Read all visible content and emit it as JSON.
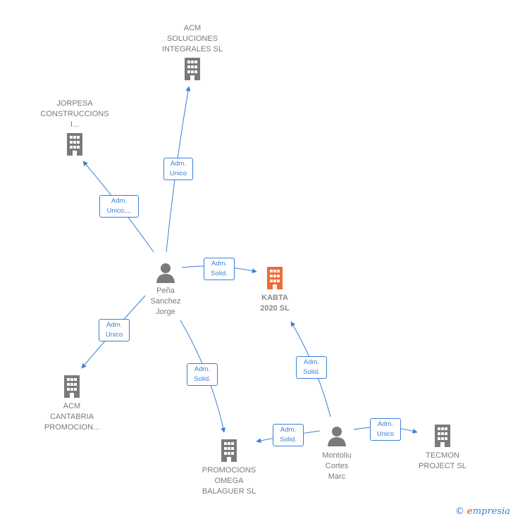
{
  "colors": {
    "edge": "#3a7fd6",
    "company": "#7a7a7a",
    "focus": "#f06a35",
    "person": "#7a7a7a"
  },
  "nodes": {
    "acm_soluciones": {
      "label": "ACM\nSOLUCIONES\nINTEGRALES SL",
      "icon": "building-icon"
    },
    "jorpesa": {
      "label": "JORPESA\nCONSTRUCCIONS\nI...",
      "icon": "building-icon"
    },
    "pena_sanchez": {
      "label": "Peña\nSanchez\nJorge",
      "icon": "person-icon"
    },
    "kabta": {
      "label": "KABTA\n2020 SL",
      "icon": "building-icon"
    },
    "acm_cantabria": {
      "label": "ACM\nCANTABRIA\nPROMOCION...",
      "icon": "building-icon"
    },
    "promocions_omega": {
      "label": "PROMOCIONS\nOMEGA\nBALAGUER SL",
      "icon": "building-icon"
    },
    "montoliu": {
      "label": "Montoliu\nCortes\nMarc",
      "icon": "person-icon"
    },
    "tecmon": {
      "label": "TECMON\nPROJECT SL",
      "icon": "building-icon"
    }
  },
  "edges": {
    "e1": "Adm.\nUnico",
    "e2": "Adm.\nUnico,...",
    "e3": "Adm.\nSolid.",
    "e4": "Adm.\nUnico",
    "e5": "Adm.\nSolid.",
    "e6": "Adm.\nSolid.",
    "e7": "Adm.\nSolid.",
    "e8": "Adm.\nUnico"
  },
  "footer": {
    "copyright": "©",
    "brand_initial": "e",
    "brand_rest": "mpresia"
  }
}
